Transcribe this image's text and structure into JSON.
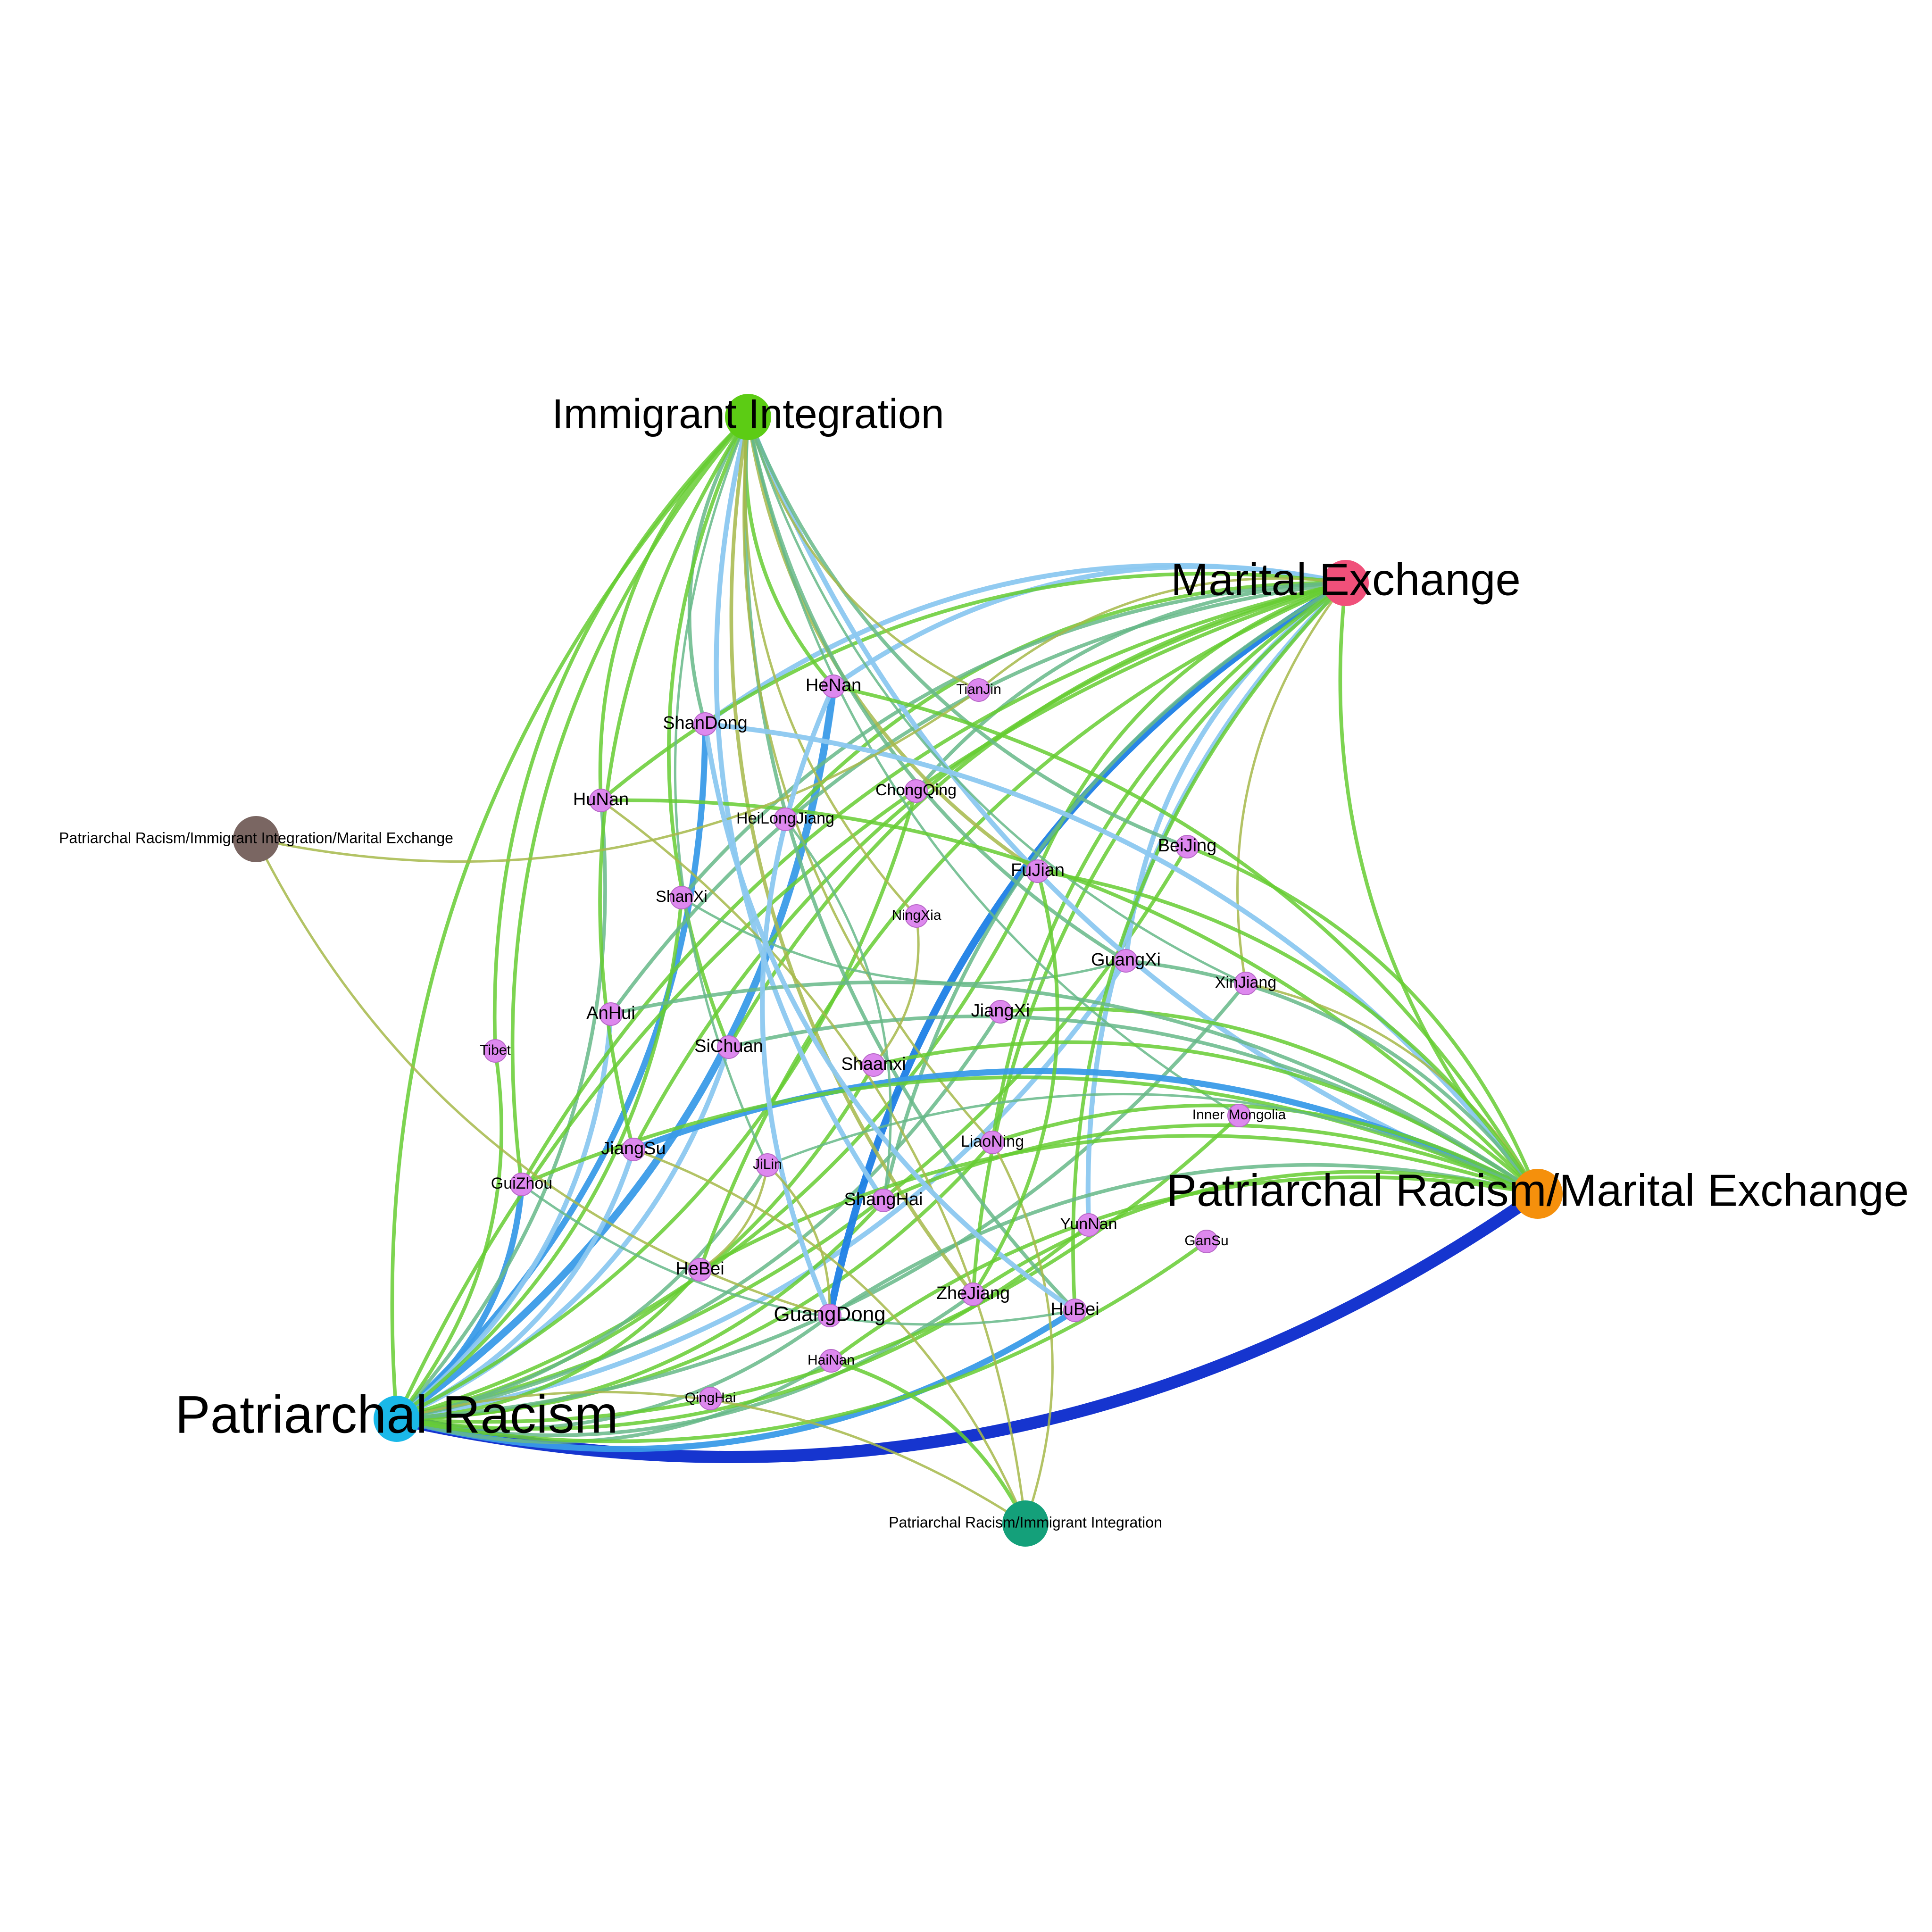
{
  "graph": {
    "colors": {
      "province_node": "#dd88ee",
      "edge_light_blue": "#8cc8f0",
      "edge_mid_blue": "#3a9be8",
      "edge_strong_blue": "#1e7fe6",
      "edge_dark_blue": "#0a2acc",
      "edge_green": "#66cc33",
      "edge_teal": "#66b888",
      "edge_olive": "#a6b84a"
    },
    "category_nodes": [
      {
        "id": "immigrant_integration",
        "label": "Immigrant Integration",
        "color": "#5ccc14"
      },
      {
        "id": "marital_exchange",
        "label": "Marital Exchange",
        "color": "#f0507a"
      },
      {
        "id": "pr_me",
        "label": "Patriarchal Racism/Marital Exchange",
        "color": "#f5900c"
      },
      {
        "id": "patriarchal_racism",
        "label": "Patriarchal Racism",
        "color": "#1ab8e8"
      },
      {
        "id": "pr_ii",
        "label": "Patriarchal Racism/Immigrant Integration",
        "color": "#14a07a"
      },
      {
        "id": "pr_ii_me",
        "label": "Patriarchal Racism/Immigrant Integration/Marital Exchange",
        "color": "#7a6662"
      }
    ],
    "province_nodes": [
      {
        "id": "henan",
        "label": "HeNan"
      },
      {
        "id": "tianjin",
        "label": "TianJin"
      },
      {
        "id": "shandong",
        "label": "ShanDong"
      },
      {
        "id": "hunan",
        "label": "HuNan"
      },
      {
        "id": "chongqing",
        "label": "ChongQing"
      },
      {
        "id": "heilongjiang",
        "label": "HeiLongJiang"
      },
      {
        "id": "beijing",
        "label": "BeiJing"
      },
      {
        "id": "fujian",
        "label": "FuJian"
      },
      {
        "id": "shanxi",
        "label": "ShanXi"
      },
      {
        "id": "ningxia",
        "label": "NingXia"
      },
      {
        "id": "guangxi",
        "label": "GuangXi"
      },
      {
        "id": "xinjiang",
        "label": "XinJiang"
      },
      {
        "id": "jiangxi",
        "label": "JiangXi"
      },
      {
        "id": "anhui",
        "label": "AnHui"
      },
      {
        "id": "sichuan",
        "label": "SiChuan"
      },
      {
        "id": "tibet",
        "label": "Tibet"
      },
      {
        "id": "shaanxi",
        "label": "Shaanxi"
      },
      {
        "id": "inner_mongolia",
        "label": "Inner Mongolia"
      },
      {
        "id": "liaoning",
        "label": "LiaoNing"
      },
      {
        "id": "jiangsu",
        "label": "JiangSu"
      },
      {
        "id": "jilin",
        "label": "JiLin"
      },
      {
        "id": "guizhou",
        "label": "GuiZhou"
      },
      {
        "id": "shanghai",
        "label": "ShangHai"
      },
      {
        "id": "yunnan",
        "label": "YunNan"
      },
      {
        "id": "gansu",
        "label": "GanSu"
      },
      {
        "id": "hebei",
        "label": "HeBei"
      },
      {
        "id": "zhejiang",
        "label": "ZheJiang"
      },
      {
        "id": "hubei",
        "label": "HuBei"
      },
      {
        "id": "guangdong",
        "label": "GuangDong"
      },
      {
        "id": "hainan",
        "label": "HaiNan"
      },
      {
        "id": "qinghai",
        "label": "QingHai"
      }
    ],
    "edges": [
      {
        "source": "patriarchal_racism",
        "target": "pr_me",
        "weight": 9,
        "color": "dark_blue"
      },
      {
        "source": "patriarchal_racism",
        "target": "henan",
        "weight": 5,
        "color": "mid_blue"
      },
      {
        "source": "patriarchal_racism",
        "target": "shandong",
        "weight": 4,
        "color": "mid_blue"
      },
      {
        "source": "patriarchal_racism",
        "target": "guizhou",
        "weight": 4,
        "color": "mid_blue"
      },
      {
        "source": "patriarchal_racism",
        "target": "hubei",
        "weight": 4,
        "color": "mid_blue"
      },
      {
        "source": "patriarchal_racism",
        "target": "sichuan",
        "weight": 3,
        "color": "light_blue"
      },
      {
        "source": "patriarchal_racism",
        "target": "jiangsu",
        "weight": 3,
        "color": "light_blue"
      },
      {
        "source": "patriarchal_racism",
        "target": "anhui",
        "weight": 3,
        "color": "light_blue"
      },
      {
        "source": "patriarchal_racism",
        "target": "guangxi",
        "weight": 3,
        "color": "light_blue"
      },
      {
        "source": "patriarchal_racism",
        "target": "hunan",
        "weight": 2,
        "color": "teal"
      },
      {
        "source": "patriarchal_racism",
        "target": "shanxi",
        "weight": 2,
        "color": "green"
      },
      {
        "source": "patriarchal_racism",
        "target": "tibet",
        "weight": 2,
        "color": "green"
      },
      {
        "source": "patriarchal_racism",
        "target": "fujian",
        "weight": 2,
        "color": "green"
      },
      {
        "source": "patriarchal_racism",
        "target": "beijing",
        "weight": 2,
        "color": "green"
      },
      {
        "source": "patriarchal_racism",
        "target": "jiangxi",
        "weight": 2,
        "color": "teal"
      },
      {
        "source": "patriarchal_racism",
        "target": "shaanxi",
        "weight": 2,
        "color": "green"
      },
      {
        "source": "patriarchal_racism",
        "target": "liaoning",
        "weight": 2,
        "color": "green"
      },
      {
        "source": "patriarchal_racism",
        "target": "jilin",
        "weight": 2,
        "color": "teal"
      },
      {
        "source": "patriarchal_racism",
        "target": "shanghai",
        "weight": 2,
        "color": "green"
      },
      {
        "source": "patriarchal_racism",
        "target": "hebei",
        "weight": 2,
        "color": "green"
      },
      {
        "source": "patriarchal_racism",
        "target": "zhejiang",
        "weight": 2,
        "color": "teal"
      },
      {
        "source": "patriarchal_racism",
        "target": "guangdong",
        "weight": 2,
        "color": "teal"
      },
      {
        "source": "patriarchal_racism",
        "target": "hainan",
        "weight": 2,
        "color": "teal"
      },
      {
        "source": "patriarchal_racism",
        "target": "yunnan",
        "weight": 2,
        "color": "green"
      },
      {
        "source": "patriarchal_racism",
        "target": "gansu",
        "weight": 2,
        "color": "green"
      },
      {
        "source": "patriarchal_racism",
        "target": "inner_mongolia",
        "weight": 2,
        "color": "green"
      },
      {
        "source": "patriarchal_racism",
        "target": "xinjiang",
        "weight": 2,
        "color": "teal"
      },
      {
        "source": "patriarchal_racism",
        "target": "chongqing",
        "weight": 2,
        "color": "green"
      },
      {
        "source": "marital_exchange",
        "target": "guangdong",
        "weight": 5,
        "color": "strong_blue"
      },
      {
        "source": "marital_exchange",
        "target": "henan",
        "weight": 3,
        "color": "light_blue"
      },
      {
        "source": "marital_exchange",
        "target": "shandong",
        "weight": 3,
        "color": "light_blue"
      },
      {
        "source": "marital_exchange",
        "target": "guangxi",
        "weight": 3,
        "color": "light_blue"
      },
      {
        "source": "marital_exchange",
        "target": "yunnan",
        "weight": 3,
        "color": "light_blue"
      },
      {
        "source": "marital_exchange",
        "target": "hunan",
        "weight": 2,
        "color": "green"
      },
      {
        "source": "marital_exchange",
        "target": "chongqing",
        "weight": 2,
        "color": "teal"
      },
      {
        "source": "marital_exchange",
        "target": "heilongjiang",
        "weight": 2,
        "color": "green"
      },
      {
        "source": "marital_exchange",
        "target": "fujian",
        "weight": 2,
        "color": "green"
      },
      {
        "source": "marital_exchange",
        "target": "shanxi",
        "weight": 2,
        "color": "teal"
      },
      {
        "source": "marital_exchange",
        "target": "anhui",
        "weight": 2,
        "color": "teal"
      },
      {
        "source": "marital_exchange",
        "target": "sichuan",
        "weight": 2,
        "color": "green"
      },
      {
        "source": "marital_exchange",
        "target": "jiangsu",
        "weight": 2,
        "color": "green"
      },
      {
        "source": "marital_exchange",
        "target": "guizhou",
        "weight": 2,
        "color": "green"
      },
      {
        "source": "marital_exchange",
        "target": "liaoning",
        "weight": 2,
        "color": "green"
      },
      {
        "source": "marital_exchange",
        "target": "hebei",
        "weight": 2,
        "color": "green"
      },
      {
        "source": "marital_exchange",
        "target": "zhejiang",
        "weight": 2,
        "color": "green"
      },
      {
        "source": "marital_exchange",
        "target": "hubei",
        "weight": 2,
        "color": "green"
      },
      {
        "source": "marital_exchange",
        "target": "shanghai",
        "weight": 2,
        "color": "teal"
      },
      {
        "source": "marital_exchange",
        "target": "xinjiang",
        "weight": 1,
        "color": "olive"
      },
      {
        "source": "marital_exchange",
        "target": "tianjin",
        "weight": 1,
        "color": "olive"
      },
      {
        "source": "marital_exchange",
        "target": "pr_me",
        "weight": 2,
        "color": "green"
      },
      {
        "source": "marital_exchange",
        "target": "patriarchal_racism",
        "weight": 2,
        "color": "green"
      },
      {
        "source": "immigrant_integration",
        "target": "shanghai",
        "weight": 3,
        "color": "light_blue"
      },
      {
        "source": "immigrant_integration",
        "target": "pr_me",
        "weight": 3,
        "color": "light_blue"
      },
      {
        "source": "immigrant_integration",
        "target": "shandong",
        "weight": 2,
        "color": "teal"
      },
      {
        "source": "immigrant_integration",
        "target": "henan",
        "weight": 2,
        "color": "green"
      },
      {
        "source": "immigrant_integration",
        "target": "hunan",
        "weight": 2,
        "color": "green"
      },
      {
        "source": "immigrant_integration",
        "target": "tibet",
        "weight": 2,
        "color": "green"
      },
      {
        "source": "immigrant_integration",
        "target": "sichuan",
        "weight": 2,
        "color": "green"
      },
      {
        "source": "immigrant_integration",
        "target": "guizhou",
        "weight": 2,
        "color": "green"
      },
      {
        "source": "immigrant_integration",
        "target": "jiangsu",
        "weight": 2,
        "color": "green"
      },
      {
        "source": "immigrant_integration",
        "target": "fujian",
        "weight": 2,
        "color": "olive"
      },
      {
        "source": "immigrant_integration",
        "target": "zhejiang",
        "weight": 2,
        "color": "olive"
      },
      {
        "source": "immigrant_integration",
        "target": "guangxi",
        "weight": 2,
        "color": "teal"
      },
      {
        "source": "immigrant_integration",
        "target": "beijing",
        "weight": 2,
        "color": "teal"
      },
      {
        "source": "immigrant_integration",
        "target": "hubei",
        "weight": 2,
        "color": "teal"
      },
      {
        "source": "immigrant_integration",
        "target": "inner_mongolia",
        "weight": 1,
        "color": "teal"
      },
      {
        "source": "immigrant_integration",
        "target": "ningxia",
        "weight": 1,
        "color": "olive"
      },
      {
        "source": "immigrant_integration",
        "target": "liaoning",
        "weight": 1,
        "color": "olive"
      },
      {
        "source": "immigrant_integration",
        "target": "tianjin",
        "weight": 1,
        "color": "olive"
      },
      {
        "source": "immigrant_integration",
        "target": "jilin",
        "weight": 1,
        "color": "teal"
      },
      {
        "source": "immigrant_integration",
        "target": "patriarchal_racism",
        "weight": 2,
        "color": "green"
      },
      {
        "source": "immigrant_integration",
        "target": "xinjiang",
        "weight": 1,
        "color": "teal"
      },
      {
        "source": "pr_me",
        "target": "shandong",
        "weight": 3,
        "color": "light_blue"
      },
      {
        "source": "pr_me",
        "target": "henan",
        "weight": 2,
        "color": "green"
      },
      {
        "source": "pr_me",
        "target": "hunan",
        "weight": 2,
        "color": "green"
      },
      {
        "source": "pr_me",
        "target": "jiangsu",
        "weight": 4,
        "color": "mid_blue"
      },
      {
        "source": "pr_me",
        "target": "guizhou",
        "weight": 2,
        "color": "green"
      },
      {
        "source": "pr_me",
        "target": "shanghai",
        "weight": 2,
        "color": "green"
      },
      {
        "source": "pr_me",
        "target": "hebei",
        "weight": 2,
        "color": "green"
      },
      {
        "source": "pr_me",
        "target": "guangdong",
        "weight": 2,
        "color": "teal"
      },
      {
        "source": "pr_me",
        "target": "zhejiang",
        "weight": 2,
        "color": "green"
      },
      {
        "source": "pr_me",
        "target": "sichuan",
        "weight": 2,
        "color": "teal"
      },
      {
        "source": "pr_me",
        "target": "liaoning",
        "weight": 2,
        "color": "green"
      },
      {
        "source": "pr_me",
        "target": "jiangxi",
        "weight": 2,
        "color": "green"
      },
      {
        "source": "pr_me",
        "target": "guangxi",
        "weight": 2,
        "color": "teal"
      },
      {
        "source": "pr_me",
        "target": "beijing",
        "weight": 2,
        "color": "green"
      },
      {
        "source": "pr_me",
        "target": "xinjiang",
        "weight": 1,
        "color": "olive"
      },
      {
        "source": "pr_me",
        "target": "shaanxi",
        "weight": 2,
        "color": "green"
      },
      {
        "source": "pr_me",
        "target": "anhui",
        "weight": 2,
        "color": "teal"
      },
      {
        "source": "pr_me",
        "target": "fujian",
        "weight": 2,
        "color": "green"
      },
      {
        "source": "pr_me",
        "target": "hainan",
        "weight": 2,
        "color": "green"
      },
      {
        "source": "pr_me",
        "target": "jilin",
        "weight": 1,
        "color": "teal"
      },
      {
        "source": "pr_ii_me",
        "target": "tianjin",
        "weight": 1,
        "color": "olive"
      },
      {
        "source": "pr_ii_me",
        "target": "guangdong",
        "weight": 1,
        "color": "olive"
      },
      {
        "source": "pr_ii",
        "target": "hunan",
        "weight": 1,
        "color": "olive"
      },
      {
        "source": "pr_ii",
        "target": "liaoning",
        "weight": 1,
        "color": "olive"
      },
      {
        "source": "pr_ii",
        "target": "hainan",
        "weight": 2,
        "color": "green"
      },
      {
        "source": "pr_ii",
        "target": "jiangsu",
        "weight": 1,
        "color": "olive"
      },
      {
        "source": "pr_ii",
        "target": "patriarchal_racism",
        "weight": 1,
        "color": "olive"
      },
      {
        "source": "shanxi",
        "target": "guangxi",
        "weight": 1,
        "color": "teal"
      },
      {
        "source": "henan",
        "target": "guangdong",
        "weight": 3,
        "color": "light_blue"
      },
      {
        "source": "shandong",
        "target": "hubei",
        "weight": 3,
        "color": "light_blue"
      },
      {
        "source": "guizhou",
        "target": "hubei",
        "weight": 1,
        "color": "teal"
      },
      {
        "source": "shanghai",
        "target": "heilongjiang",
        "weight": 1,
        "color": "teal"
      },
      {
        "source": "hebei",
        "target": "jilin",
        "weight": 1,
        "color": "olive"
      },
      {
        "source": "guangdong",
        "target": "jilin",
        "weight": 1,
        "color": "olive"
      },
      {
        "source": "shaanxi",
        "target": "ningxia",
        "weight": 1,
        "color": "olive"
      },
      {
        "source": "zhejiang",
        "target": "fujian",
        "weight": 2,
        "color": "green"
      }
    ]
  }
}
